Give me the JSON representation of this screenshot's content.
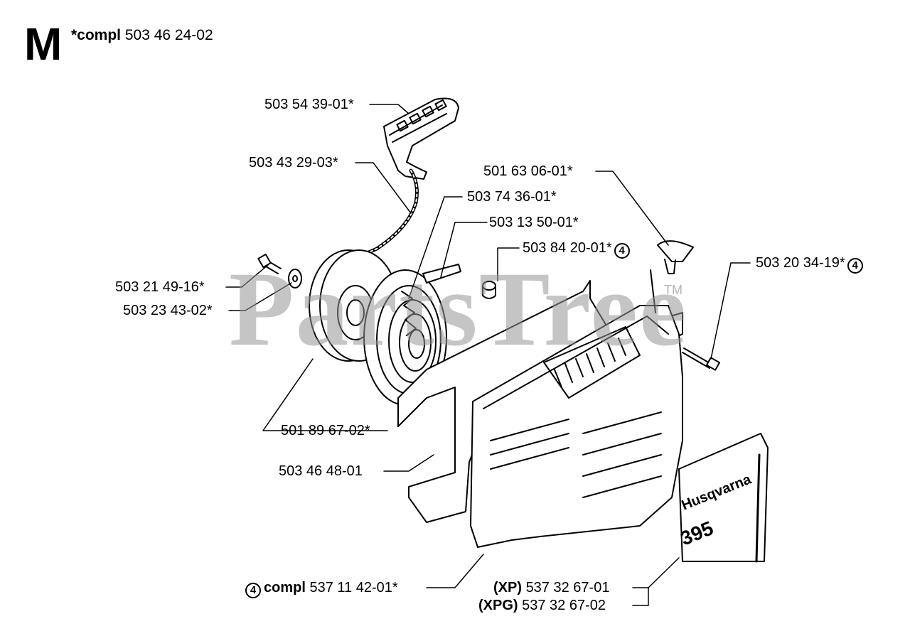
{
  "header": {
    "section_letter": "M",
    "compl_label": "*compl",
    "compl_number": "503 46 24-02"
  },
  "watermark": {
    "text": "PartsTree",
    "tm": "TM"
  },
  "decal": {
    "brand": "Husqvarna",
    "model": "395"
  },
  "parts": [
    {
      "number": "503 54 39-01*"
    },
    {
      "number": "503 43 29-03*"
    },
    {
      "number": "503 74 36-01*"
    },
    {
      "number": "503 13 50-01*"
    },
    {
      "number": "501 63 06-01*"
    },
    {
      "number": "503 84 20-01*",
      "circle": "4"
    },
    {
      "number": "503 20 34-19*",
      "circle": "4"
    },
    {
      "number": "503 21 49-16*"
    },
    {
      "number": "503 23 43-02*"
    },
    {
      "number": "501 89 67-02*"
    },
    {
      "number": "503 46 48-01"
    },
    {
      "number": "537 11 42-01*",
      "circle": "4",
      "prefix": "compl"
    },
    {
      "number": "537 32 67-01",
      "prefix": "(XP)"
    },
    {
      "number": "537 32 67-02",
      "prefix": "(XPG)"
    }
  ]
}
